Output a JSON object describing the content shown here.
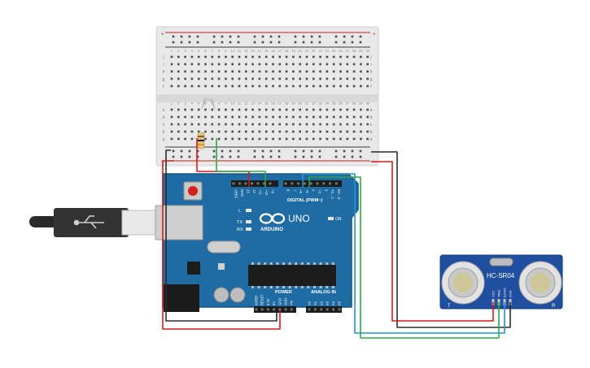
{
  "canvas": {
    "background": "#ffffff"
  },
  "breadboard": {
    "row_letters_top": [
      "j",
      "i",
      "h",
      "g",
      "f"
    ],
    "row_letters_bottom": [
      "e",
      "d",
      "c",
      "b",
      "a"
    ],
    "column_numbers": [
      "1",
      "2",
      "3",
      "4",
      "5",
      "6",
      "7",
      "8",
      "9",
      "10",
      "11",
      "12",
      "13",
      "14",
      "15",
      "16",
      "17",
      "18",
      "19",
      "20",
      "21",
      "22",
      "23",
      "24",
      "25",
      "26",
      "27",
      "28",
      "29",
      "30"
    ],
    "rail_plus": "+",
    "rail_minus": "−"
  },
  "arduino": {
    "brand": "ARDUINO",
    "model": "UNO",
    "digital_label": "DIGITAL (PWM~)",
    "analog_label": "ANALOG IN",
    "power_label": "POWER",
    "on_label": "ON",
    "led_labels": [
      "L",
      "TX",
      "RX"
    ],
    "header_pins_top": [
      "AREF",
      "GND",
      "13",
      "12",
      "~11",
      "~10",
      "~9",
      "8",
      "7",
      "~6",
      "~5",
      "4",
      "~3",
      "2",
      "TX→1",
      "RX←0"
    ],
    "header_pins_power": [
      "IOREF",
      "RESET",
      "3.3V",
      "5V",
      "GND",
      "GND",
      "Vin"
    ],
    "header_pins_analog": [
      "A0",
      "A1",
      "A2",
      "A3",
      "A4",
      "A5"
    ],
    "colors": {
      "board": "#1f6ca5",
      "board_edge": "#15547f",
      "header": "#1d1d1d"
    }
  },
  "sensor": {
    "model": "HC-SR04",
    "pins": [
      "VCC",
      "TRIG",
      "ECHO",
      "GND"
    ],
    "left_mark": "T",
    "right_mark": "R",
    "colors": {
      "board": "#1f4f9e",
      "transducer": "#c9c9c9"
    }
  },
  "wire_colors": {
    "red": "#d51a1a",
    "black": "#2b2b2b",
    "green": "#2eaa3f",
    "blue": "#2a8fd6"
  },
  "resistor": {
    "colors": [
      "#8a5a1f",
      "#000000",
      "#d6a400"
    ]
  }
}
